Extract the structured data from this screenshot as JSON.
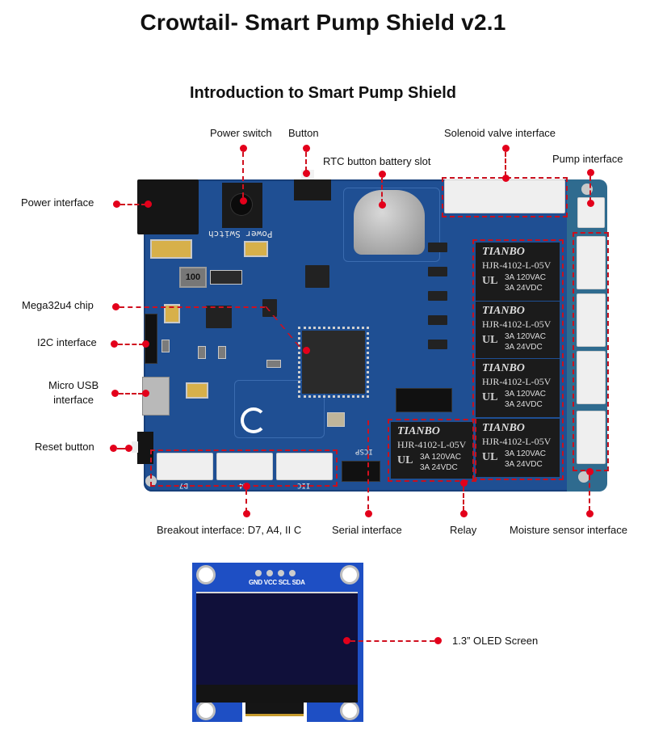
{
  "header": {
    "title": "Crowtail- Smart Pump Shield v2.1",
    "subtitle": "Introduction to Smart Pump Shield"
  },
  "annotation_color": "#e3001b",
  "board": {
    "pcb_color": "#1f4f93",
    "silkscreen": {
      "power_switch": "Power Switch",
      "inductor": "100",
      "icsp": "ICSP",
      "port_d7": "D7",
      "port_a4": "A4",
      "port_iic": "IIC"
    },
    "relays": [
      {
        "brand": "TIANBO",
        "model": "HJR-4102-L-05V",
        "rating_ac": "3A 120VAC",
        "rating_dc": "3A  24VDC",
        "mark": "UL"
      },
      {
        "brand": "TIANBO",
        "model": "HJR-4102-L-05V",
        "rating_ac": "3A 120VAC",
        "rating_dc": "3A  24VDC",
        "mark": "UL"
      },
      {
        "brand": "TIANBO",
        "model": "HJR-4102-L-05V",
        "rating_ac": "3A 120VAC",
        "rating_dc": "3A  24VDC",
        "mark": "UL"
      },
      {
        "brand": "TIANBO",
        "model": "HJR-4102-L-05V",
        "rating_ac": "3A 120VAC",
        "rating_dc": "3A  24VDC",
        "mark": "UL"
      },
      {
        "brand": "TIANBO",
        "model": "HJR-4102-L-05V",
        "rating_ac": "3A 120VAC",
        "rating_dc": "3A  24VDC",
        "mark": "UL"
      }
    ]
  },
  "callouts": {
    "power_switch": "Power switch",
    "button": "Button",
    "rtc_battery": "RTC button battery slot",
    "solenoid_valve": "Solenoid valve interface",
    "pump": "Pump interface",
    "power_interface": "Power interface",
    "mega32u4": "Mega32u4 chip",
    "i2c": "I2C interface",
    "micro_usb_line1": "Micro USB",
    "micro_usb_line2": "interface",
    "reset": "Reset button",
    "breakout": "Breakout interface: D7, A4,  II C",
    "serial": "Serial interface",
    "relay": "Relay",
    "moisture": "Moisture sensor interface",
    "oled": "1.3” OLED Screen"
  },
  "oled_module": {
    "pin_labels": "GND VCC SCL SDA",
    "screen_color": "#10103a",
    "board_color": "#1e4fc4"
  }
}
